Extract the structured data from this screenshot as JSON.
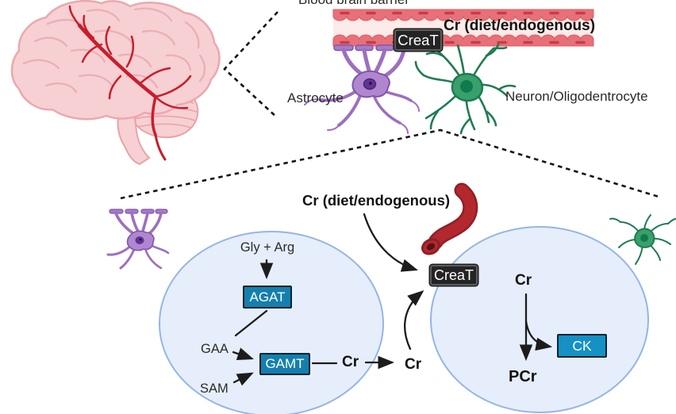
{
  "figure": {
    "top_panel": {
      "blood_brain_barrier_label": "Blood brain barrier",
      "cr_source_label": "Cr (diet/endogenous)",
      "creat_transporter_label": "CreaT",
      "astrocyte_label": "Astrocyte",
      "neuron_label": "Neuron/Oligodentrocyte"
    },
    "bottom_panel": {
      "cr_source_label": "Cr (diet/endogenous)",
      "creat_transporter_label": "CreaT",
      "substrates_label": "Gly + Arg",
      "agat_enzyme_label": "AGAT",
      "gaa_label": "GAA",
      "sam_label": "SAM",
      "gamt_enzyme_label": "GAMT",
      "cr_astrocyte_label": "Cr",
      "cr_extracellular_label": "Cr",
      "cr_neuron_label": "Cr",
      "ck_enzyme_label": "CK",
      "pcr_label": "PCr"
    },
    "colors": {
      "enzyme_box_fill": "#147fae",
      "ck_box_fill": "#1591c6",
      "transporter_box_fill": "#242424",
      "cell_fill": "#e6eefb",
      "cell_border": "#94b6e4",
      "vessel_wall": "#e87078",
      "vessel_wall_dots": "#c93c44",
      "vessel_lumen": "#fcebe9",
      "capillary_red": "#b3282d",
      "astrocyte_purple": "#a87bca",
      "neuron_green": "#38a06b",
      "brain_pink": "#f7d0d3",
      "artery_red": "#c81e2c",
      "arrow_black": "#1c1c1c"
    }
  }
}
